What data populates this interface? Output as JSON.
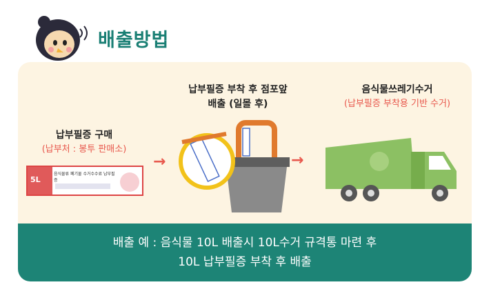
{
  "title": "배출방법",
  "steps": [
    {
      "line1": "납부필증 구매",
      "line2": "(납부처 : 봉투 판매소)"
    },
    {
      "line1": "납부필증 부착 후 점포앞",
      "line2": "배출 (일몰 후)"
    },
    {
      "line1": "음식물쓰레기수거",
      "line2": "(납부필증 부착용 기반 수거)"
    }
  ],
  "ticket": {
    "badge": "5L",
    "text": "음식물류 폐기물 수거수수료 납부필증"
  },
  "footer": {
    "line1": "배출 예 : 음식물 10L 배출시 10L수거 규격통 마련 후",
    "line2": "10L 납부필증 부착 후 배출"
  },
  "colors": {
    "accent": "#1a7f74",
    "highlight": "#e8584d",
    "panel": "#fdf4e2",
    "truck": "#8cc063"
  }
}
